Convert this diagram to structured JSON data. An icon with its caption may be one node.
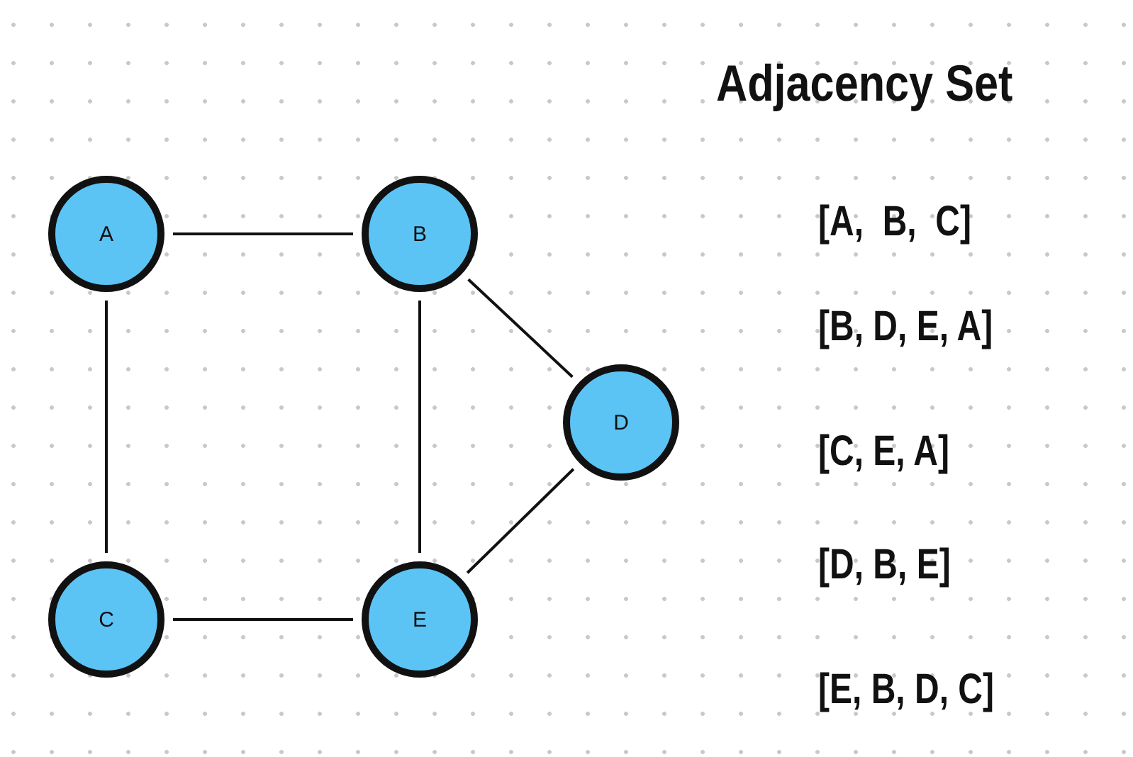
{
  "diagram": {
    "title": "Adjacency Set",
    "nodes": [
      {
        "text": [
          "A"
        ]
      },
      {
        "text": [
          "B"
        ]
      },
      {
        "text": [
          "D"
        ]
      },
      {
        "text": [
          "C"
        ]
      },
      {
        "text": [
          "E"
        ]
      }
    ],
    "edges": [
      {
        "from": 0,
        "to": 1,
        "arrow": "none"
      },
      {
        "from": 0,
        "to": 3,
        "arrow": "none"
      },
      {
        "from": 1,
        "to": 4,
        "arrow": "none"
      },
      {
        "from": 1,
        "to": 2,
        "arrow": "none"
      },
      {
        "from": 3,
        "to": 4,
        "arrow": "none"
      },
      {
        "from": 4,
        "to": 2,
        "arrow": "none"
      }
    ],
    "labels": [
      "[A,  B,  C]",
      "[B, D, E, A]",
      "[C, E, A]",
      "[D, B, E]",
      "[E, B, D, C]"
    ]
  }
}
